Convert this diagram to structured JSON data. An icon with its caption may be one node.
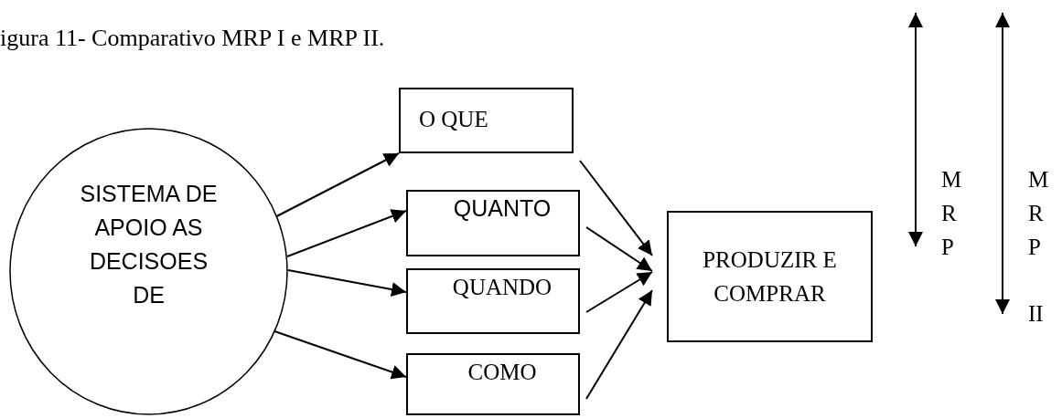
{
  "diagram": {
    "title": "igura 11- Comparativo MRP I e MRP II.",
    "nodes": [
      {
        "text": [
          "SISTEMA DE APOIO AS DECISOES DE"
        ]
      },
      {
        "text": [
          "O QUE"
        ]
      },
      {
        "text": [
          "QUANTO"
        ]
      },
      {
        "text": [
          "QUANDO"
        ]
      },
      {
        "text": [
          "COMO"
        ]
      },
      {
        "text": [
          "PRODUZIR E COMPRAR"
        ]
      }
    ],
    "edges": [
      {
        "from": 0,
        "to": 1,
        "arrow": "to"
      },
      {
        "from": 0,
        "to": 2,
        "arrow": "to"
      },
      {
        "from": 0,
        "to": 3,
        "arrow": "to"
      },
      {
        "from": 0,
        "to": 4,
        "arrow": "to"
      },
      {
        "from": 1,
        "to": 5,
        "arrow": "to"
      },
      {
        "from": 2,
        "to": 5,
        "arrow": "to"
      },
      {
        "from": 3,
        "to": 5,
        "arrow": "to"
      },
      {
        "from": 4,
        "to": 5,
        "arrow": "to"
      }
    ],
    "labels": [
      "M R P",
      "M R P",
      "II"
    ]
  }
}
